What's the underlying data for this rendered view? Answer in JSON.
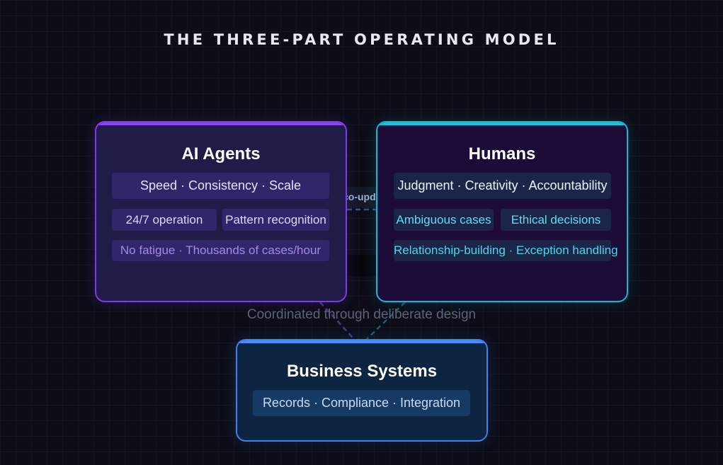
{
  "title": "THE THREE-PART OPERATING MODEL",
  "partial_connector_label": "co-upd",
  "caption": "Coordinated through deliberate design",
  "colors": {
    "agents": "#7c3aed",
    "humans": "#14b8d4",
    "systems": "#3b82f6",
    "background": "#0c0d17"
  },
  "agents": {
    "title": "AI Agents",
    "strengths": "Speed · Consistency · Scale",
    "tags": [
      "24/7 operation",
      "Pattern recognition"
    ],
    "detail": "No fatigue · Thousands of cases/hour"
  },
  "humans": {
    "title": "Humans",
    "strengths": "Judgment · Creativity · Accountability",
    "tags": [
      "Ambiguous cases",
      "Ethical decisions"
    ],
    "detail": "Relationship-building · Exception handling"
  },
  "systems": {
    "title": "Business Systems",
    "strengths": "Records · Compliance · Integration"
  }
}
